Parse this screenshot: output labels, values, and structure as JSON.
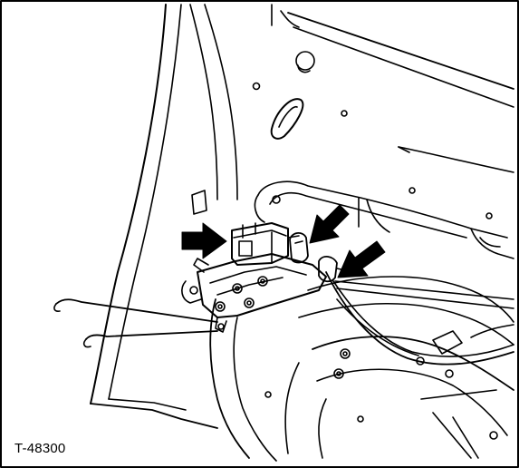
{
  "figure": {
    "code": "T-48300"
  },
  "callouts": [
    {
      "id": "arrow-left",
      "direction": "right",
      "target": "electrical-connector"
    },
    {
      "id": "arrow-upper-right",
      "direction": "down-left",
      "target": "connector-clip"
    },
    {
      "id": "arrow-lower-right",
      "direction": "down-left",
      "target": "cable-clip"
    }
  ],
  "colors": {
    "line": "#000000",
    "background": "#ffffff"
  }
}
